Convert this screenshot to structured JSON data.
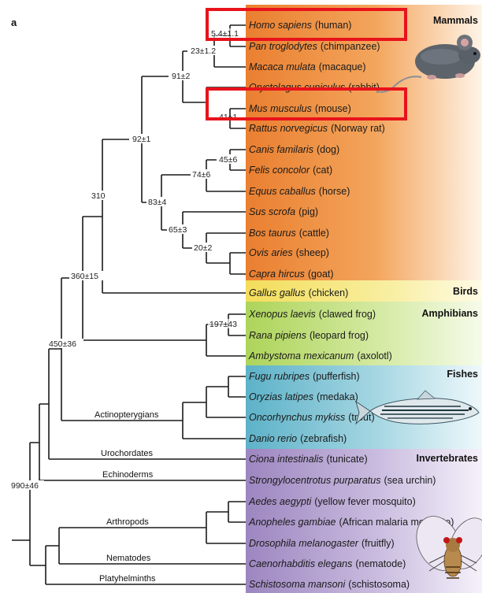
{
  "panel_label": "a",
  "headers": {
    "mammals": "Mammals",
    "birds": "Birds",
    "amphibians": "Amphibians",
    "fishes": "Fishes",
    "invertebrates": "Invertebrates"
  },
  "species": [
    {
      "latin": "Homo sapiens",
      "common": "(human)"
    },
    {
      "latin": "Pan troglodytes",
      "common": "(chimpanzee)"
    },
    {
      "latin": "Macaca mulata",
      "common": "(macaque)"
    },
    {
      "latin": "Oryctolagus cuniculus",
      "common": "(rabbit)"
    },
    {
      "latin": "Mus musculus",
      "common": "(mouse)"
    },
    {
      "latin": "Rattus norvegicus",
      "common": "(Norway rat)"
    },
    {
      "latin": "Canis familaris",
      "common": "(dog)"
    },
    {
      "latin": "Felis concolor",
      "common": "(cat)"
    },
    {
      "latin": "Equus caballus",
      "common": "(horse)"
    },
    {
      "latin": "Sus scrofa",
      "common": "(pig)"
    },
    {
      "latin": "Bos taurus",
      "common": "(cattle)"
    },
    {
      "latin": "Ovis aries",
      "common": "(sheep)"
    },
    {
      "latin": "Capra hircus",
      "common": "(goat)"
    },
    {
      "latin": "Gallus gallus",
      "common": "(chicken)"
    },
    {
      "latin": "Xenopus laevis",
      "common": "(clawed frog)"
    },
    {
      "latin": "Rana pipiens",
      "common": "(leopard frog)"
    },
    {
      "latin": "Ambystoma mexicanum",
      "common": "(axolotl)"
    },
    {
      "latin": "Fugu rubripes",
      "common": "(pufferfish)"
    },
    {
      "latin": "Oryzias latipes",
      "common": "(medaka)"
    },
    {
      "latin": "Oncorhynchus mykiss",
      "common": "(trout)"
    },
    {
      "latin": "Danio rerio",
      "common": "(zebrafish)"
    },
    {
      "latin": "Ciona intestinalis",
      "common": "(tunicate)"
    },
    {
      "latin": "Strongylocentrotus purparatus",
      "common": "(sea urchin)"
    },
    {
      "latin": "Aedes aegypti",
      "common": "(yellow fever mosquito)"
    },
    {
      "latin": "Anopheles gambiae",
      "common": "(African malaria mosquito)"
    },
    {
      "latin": "Drosophila melanogaster",
      "common": "(fruitfly)"
    },
    {
      "latin": "Caenorhabditis elegans",
      "common": "(nematode)"
    },
    {
      "latin": "Schistosoma mansoni",
      "common": "(schistosoma)"
    }
  ],
  "node_labels": {
    "human_chimp": "5.4±1.1",
    "primates": "23±1.2",
    "euarchontoglires": "91±2",
    "mouse_rat": "41±1",
    "eutheria": "92±1",
    "dog_cat": "45±6",
    "carnivora_horse": "74±6",
    "laurasiatheria": "83±4",
    "artiodactyla": "65±3",
    "bovidae": "20±2",
    "amniota": "310",
    "tetrapoda": "360±15",
    "frogs": "197±43",
    "vertebrata": "450±36",
    "bilateria": "990±46"
  },
  "group_labels": {
    "actinopterygians": "Actinopterygians",
    "urochordates": "Urochordates",
    "echinoderms": "Echinoderms",
    "arthropods": "Arthropods",
    "nematodes": "Nematodes",
    "platyhelminths": "Platyhelminths"
  },
  "colors": {
    "mammals": "#ee8a3a",
    "birds": "#f5e070",
    "amphibians": "#b8da6a",
    "fishes": "#6fbccf",
    "invertebrates": "#a994c8",
    "highlight": "#e8131b"
  },
  "highlighted_species": [
    "Homo sapiens",
    "Mus musculus"
  ]
}
